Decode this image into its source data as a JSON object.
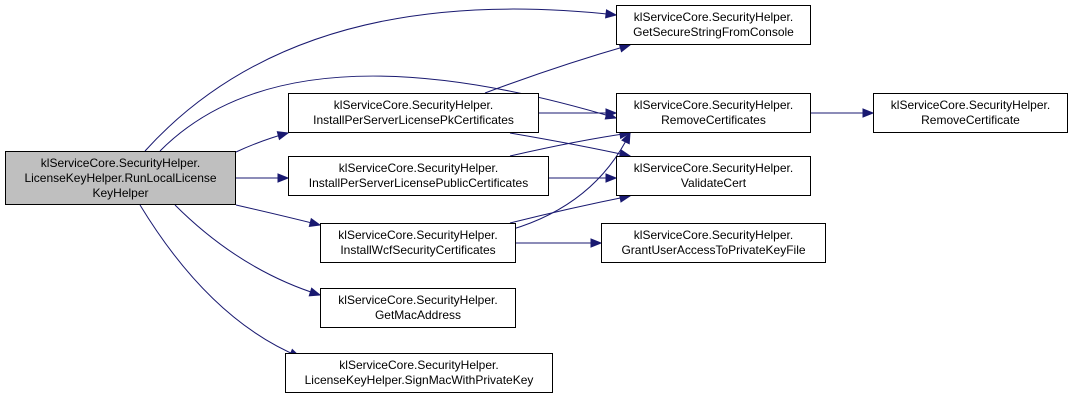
{
  "graph": {
    "colors": {
      "edge": "#191970",
      "node_border": "#000000",
      "root_fill": "#bfbfbf",
      "node_fill": "#ffffff"
    },
    "nodes": [
      {
        "id": "root",
        "lines": [
          "klServiceCore.SecurityHelper.",
          "LicenseKeyHelper.RunLocalLicense",
          "KeyHelper"
        ]
      },
      {
        "id": "get-secure-string",
        "lines": [
          "klServiceCore.SecurityHelper.",
          "GetSecureStringFromConsole"
        ]
      },
      {
        "id": "install-per-server-pk",
        "lines": [
          "klServiceCore.SecurityHelper.",
          "InstallPerServerLicensePkCertificates"
        ]
      },
      {
        "id": "remove-certificates",
        "lines": [
          "klServiceCore.SecurityHelper.",
          "RemoveCertificates"
        ]
      },
      {
        "id": "remove-certificate",
        "lines": [
          "klServiceCore.SecurityHelper.",
          "RemoveCertificate"
        ]
      },
      {
        "id": "install-per-server-public",
        "lines": [
          "klServiceCore.SecurityHelper.",
          "InstallPerServerLicensePublicCertificates"
        ]
      },
      {
        "id": "validate-cert",
        "lines": [
          "klServiceCore.SecurityHelper.",
          "ValidateCert"
        ]
      },
      {
        "id": "install-wcf",
        "lines": [
          "klServiceCore.SecurityHelper.",
          "InstallWcfSecurityCertificates"
        ]
      },
      {
        "id": "grant-user-access",
        "lines": [
          "klServiceCore.SecurityHelper.",
          "GrantUserAccessToPrivateKeyFile"
        ]
      },
      {
        "id": "get-mac-address",
        "lines": [
          "klServiceCore.SecurityHelper.",
          "GetMacAddress"
        ]
      },
      {
        "id": "sign-mac",
        "lines": [
          "klServiceCore.SecurityHelper.",
          "LicenseKeyHelper.SignMacWithPrivateKey"
        ]
      }
    ],
    "edges": [
      {
        "from": "root",
        "to": "get-secure-string"
      },
      {
        "from": "root",
        "to": "remove-certificates"
      },
      {
        "from": "root",
        "to": "install-per-server-pk"
      },
      {
        "from": "root",
        "to": "install-per-server-public"
      },
      {
        "from": "root",
        "to": "install-wcf"
      },
      {
        "from": "root",
        "to": "get-mac-address"
      },
      {
        "from": "root",
        "to": "sign-mac"
      },
      {
        "from": "install-per-server-pk",
        "to": "get-secure-string"
      },
      {
        "from": "install-per-server-pk",
        "to": "remove-certificates"
      },
      {
        "from": "install-per-server-pk",
        "to": "validate-cert"
      },
      {
        "from": "remove-certificates",
        "to": "remove-certificate"
      },
      {
        "from": "install-per-server-public",
        "to": "remove-certificates"
      },
      {
        "from": "install-per-server-public",
        "to": "validate-cert"
      },
      {
        "from": "install-wcf",
        "to": "remove-certificates"
      },
      {
        "from": "install-wcf",
        "to": "validate-cert"
      },
      {
        "from": "install-wcf",
        "to": "grant-user-access"
      }
    ]
  }
}
